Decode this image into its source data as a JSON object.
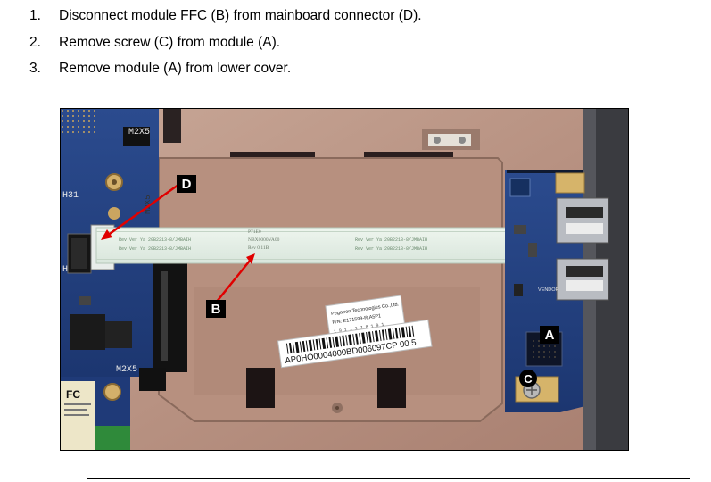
{
  "steps": [
    {
      "number": "1.",
      "text": "Disconnect module FFC (B) from mainboard connector (D)."
    },
    {
      "number": "2.",
      "text": "Remove screw (C) from module (A)."
    },
    {
      "number": "3.",
      "text": "Remove module (A) from lower cover."
    }
  ],
  "photo": {
    "callouts": {
      "a": "A",
      "b": "B",
      "c": "C",
      "d": "D"
    },
    "board_marks": {
      "m2x5_top": "M2X5",
      "m2x5_bottom": "M2X5",
      "h31": "H31",
      "h32": "H32",
      "m2x5_vertical": "M2X5",
      "fc_logo": "FC",
      "vendor": "VENDOR"
    },
    "cable_text": {
      "repeat": "Rev Ver Ya 20B2213-8/JMBAIH",
      "center_1": "P71E0",
      "center_2": "NBX0000VA00",
      "center_3": "Rev 0.11B"
    },
    "sticker_1": {
      "line1": "Pegatron Technologies Co.,Ltd.",
      "line2": "P/N: E171599-R.A5P1",
      "line3": "1 9 1 1 1 7 8 1 9 1"
    },
    "sticker_2": {
      "serial": "AP0HO0004000BD006097CP  00 5"
    }
  }
}
